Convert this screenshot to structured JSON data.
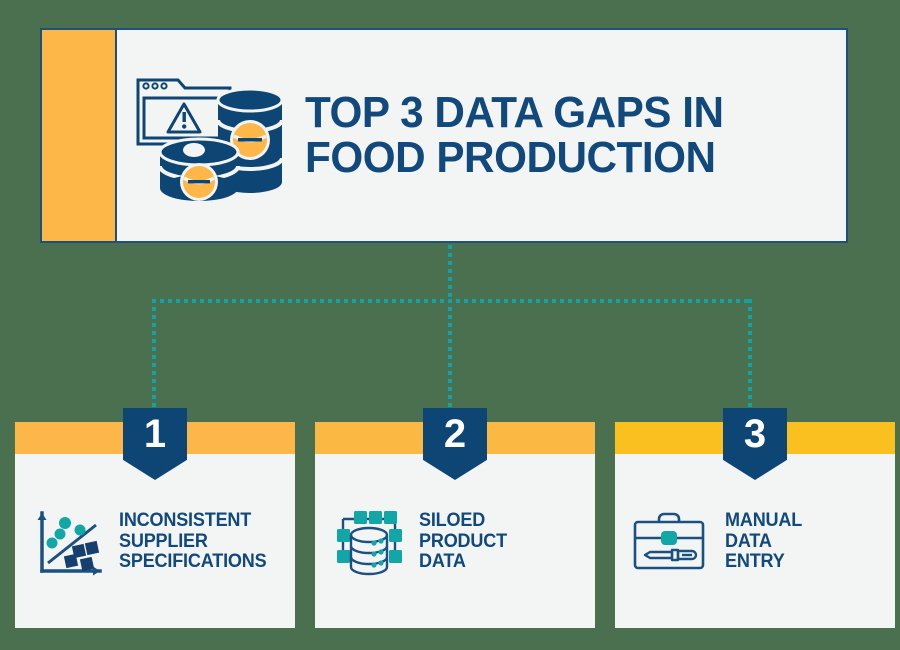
{
  "background_color": "#4a7050",
  "palette": {
    "navy": "#0d4574",
    "navy_text": "#11497d",
    "orange": "#fdb748",
    "orange_alt": "#f9c01f",
    "teal": "#10a2a6",
    "panel": "#f3f5f4",
    "white": "#ffffff"
  },
  "header": {
    "title": "TOP 3 DATA GAPS IN\nFOOD PRODUCTION",
    "icon_name": "data-error-food-cans-icon",
    "accent_bar_name": "header-accent-bar"
  },
  "connectors": {
    "style": "dotted",
    "color": "#10a2a6",
    "trunk_name": "connector-trunk",
    "bus_name": "connector-horizontal-bus",
    "branches": [
      "connector-branch-1",
      "connector-branch-2",
      "connector-branch-3"
    ]
  },
  "cards": [
    {
      "number": "1",
      "label": "INCONSISTENT\nSUPPLIER\nSPECIFICATIONS",
      "icon_name": "scatter-plot-icon",
      "band_color": "#fdb748"
    },
    {
      "number": "2",
      "label": "SILOED\nPRODUCT\nDATA",
      "icon_name": "database-network-icon",
      "band_color": "#fbb843"
    },
    {
      "number": "3",
      "label": "MANUAL\nDATA\nENTRY",
      "icon_name": "toolbox-screwdriver-icon",
      "band_color": "#f9c01f"
    }
  ]
}
